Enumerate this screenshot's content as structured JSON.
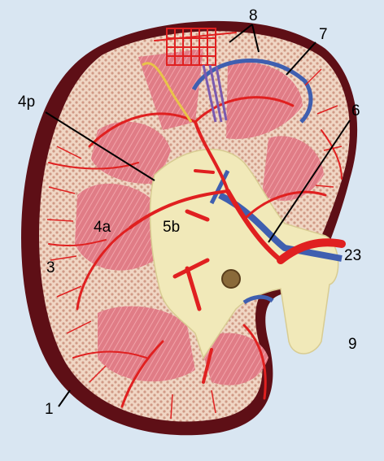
{
  "labels": {
    "l8": "8",
    "l7": "7",
    "l4p": "4p",
    "l6": "6",
    "l4a": "4a",
    "l5b": "5b",
    "l3": "3",
    "l23": "23",
    "l9": "9",
    "l1": "1"
  },
  "colors": {
    "background": "#d9e6f2",
    "capsule": "#5e0f16",
    "cortex": "#e9c6b2",
    "pyramid": "#e07c86",
    "vessel_red": "#e02020",
    "vein_blue": "#3f5fb0",
    "pelvis": "#f1e9b9"
  }
}
